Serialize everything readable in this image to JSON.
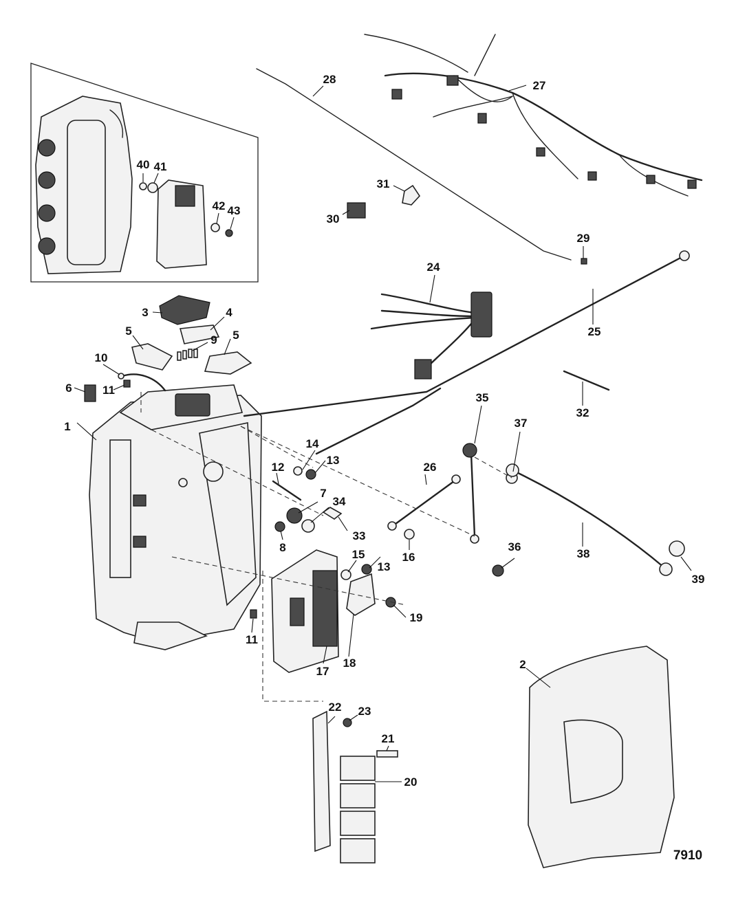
{
  "figure": {
    "number": "7910",
    "callouts": [
      "1",
      "2",
      "3",
      "4",
      "5",
      "5",
      "6",
      "7",
      "8",
      "9",
      "10",
      "11",
      "11",
      "12",
      "13",
      "13",
      "14",
      "15",
      "16",
      "17",
      "18",
      "19",
      "20",
      "21",
      "22",
      "23",
      "24",
      "25",
      "26",
      "27",
      "28",
      "29",
      "30",
      "31",
      "32",
      "33",
      "34",
      "35",
      "36",
      "37",
      "38",
      "39",
      "40",
      "41",
      "42",
      "43"
    ]
  }
}
